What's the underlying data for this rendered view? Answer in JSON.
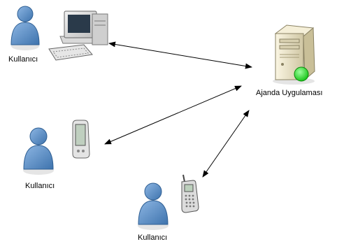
{
  "nodes": {
    "user_desktop": {
      "label": "Kullanıcı"
    },
    "user_pda": {
      "label": "Kullanıcı"
    },
    "user_phone": {
      "label": "Kullanıcı"
    },
    "server": {
      "label": "Ajanda Uygulaması"
    }
  },
  "edges": [
    {
      "from": "desktop",
      "to": "server",
      "direction": "both"
    },
    {
      "from": "pda",
      "to": "server",
      "direction": "both"
    },
    {
      "from": "phone",
      "to": "server",
      "direction": "both"
    }
  ],
  "colors": {
    "person_fill": "#5b8fc7",
    "person_stroke": "#2f5f93",
    "server_body": "#efe8cf",
    "status_light": "#22dd22",
    "arrow": "#000000"
  },
  "icons": {
    "user": "person-icon",
    "desktop": "desktop-computer-icon",
    "pda": "pda-icon",
    "phone": "mobile-phone-icon",
    "server": "server-icon"
  }
}
